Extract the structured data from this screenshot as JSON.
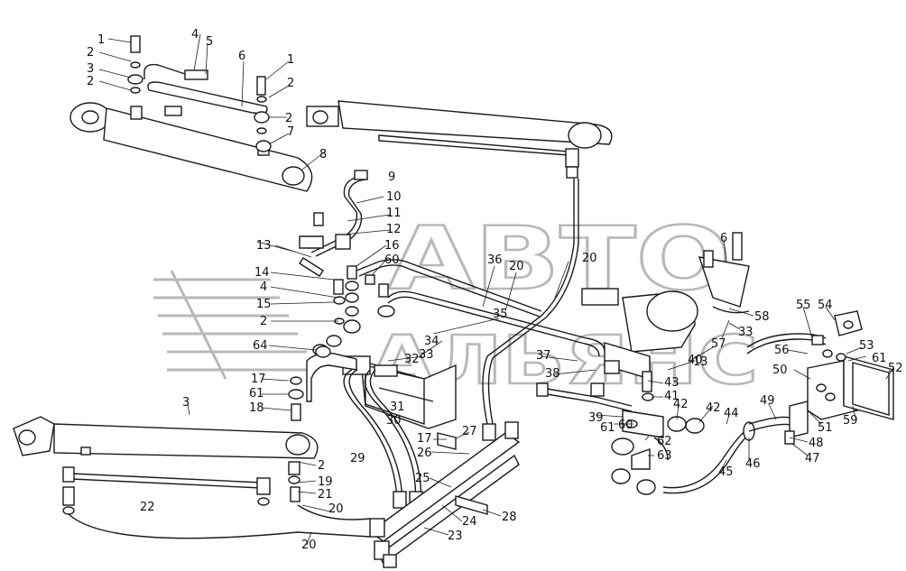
{
  "watermark": {
    "line1": "АВТО",
    "line2": "АЛЬЯНС"
  },
  "callouts": [
    "1",
    "2",
    "3",
    "2",
    "4",
    "5",
    "6",
    "1",
    "2",
    "2",
    "7",
    "8",
    "9",
    "10",
    "11",
    "12",
    "13",
    "16",
    "60",
    "14",
    "4",
    "15",
    "2",
    "64",
    "36",
    "20",
    "20",
    "35",
    "34",
    "33",
    "32",
    "37",
    "38",
    "31",
    "29",
    "30",
    "17",
    "61",
    "18",
    "3",
    "22",
    "2",
    "19",
    "21",
    "20",
    "20",
    "17",
    "27",
    "26",
    "25",
    "24",
    "23",
    "28",
    "40",
    "43",
    "41",
    "39",
    "60",
    "61",
    "62",
    "63",
    "42",
    "42",
    "44",
    "45",
    "46",
    "49",
    "48",
    "47",
    "50",
    "51",
    "59",
    "52",
    "53",
    "61",
    "56",
    "55",
    "54",
    "57",
    "58",
    "33",
    "6",
    "13"
  ]
}
